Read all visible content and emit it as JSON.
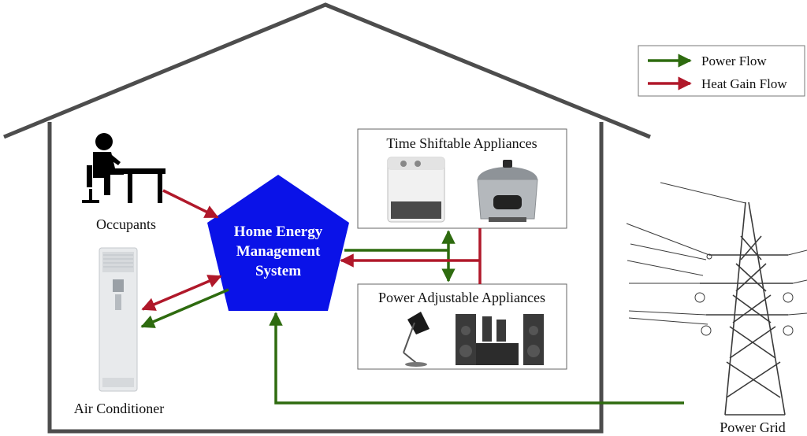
{
  "legend": {
    "power_flow": "Power Flow",
    "heat_gain_flow": "Heat Gain Flow"
  },
  "colors": {
    "power_flow": "#2e6b0f",
    "heat_gain_flow": "#b0182a",
    "hems_fill": "#0a12e8",
    "house_outline": "#4d4d4d"
  },
  "hems": {
    "line1": "Home Energy",
    "line2": "Management",
    "line3": "System"
  },
  "labels": {
    "occupants": "Occupants",
    "air_conditioner": "Air Conditioner",
    "power_grid": "Power Grid"
  },
  "boxes": {
    "time_shiftable": "Time Shiftable Appliances",
    "power_adjustable": "Power Adjustable Appliances"
  },
  "icons": [
    "occupant-at-desk-icon",
    "air-conditioner-icon",
    "washing-machine-icon",
    "rice-cooker-icon",
    "desk-lamp-icon",
    "speaker-system-icon",
    "transmission-tower-icon"
  ]
}
